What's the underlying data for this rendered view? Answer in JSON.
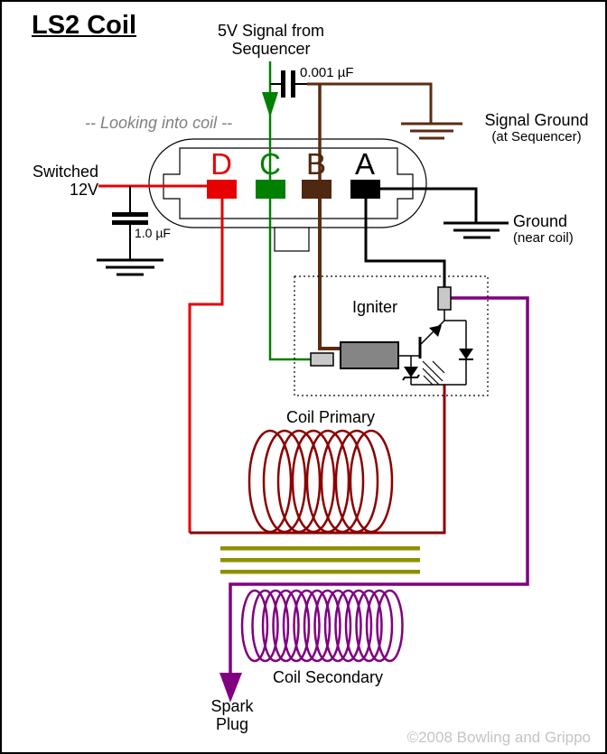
{
  "title": "LS2 Coil",
  "labels": {
    "signal_line1": "5V Signal from",
    "signal_line2": "Sequencer",
    "signal_cap": "0.001 µF",
    "signal_ground_line1": "Signal Ground",
    "signal_ground_line2": "(at Sequencer)",
    "looking_into_coil": "-- Looking into coil --",
    "switched_line1": "Switched",
    "switched_line2": "12V",
    "switched_cap": "1.0 µF",
    "ground_line1": "Ground",
    "ground_line2": "(near coil)",
    "igniter": "Igniter",
    "coil_primary": "Coil Primary",
    "coil_secondary": "Coil Secondary",
    "spark_line1": "Spark",
    "spark_line2": "Plug",
    "copyright": "©2008 Bowling and Grippo"
  },
  "connector": {
    "pins": [
      {
        "label": "D",
        "color": "#e60000"
      },
      {
        "label": "C",
        "color": "#008000"
      },
      {
        "label": "B",
        "color": "#4e2810"
      },
      {
        "label": "A",
        "color": "#000000"
      }
    ]
  },
  "colors": {
    "signal_green": "#008000",
    "signal_ground_brown": "#5c2c10",
    "switched_12v_red": "#e60000",
    "primary_dark_red": "#8b0000",
    "secondary_purple": "#800080",
    "core_olive": "#8f8f00"
  }
}
